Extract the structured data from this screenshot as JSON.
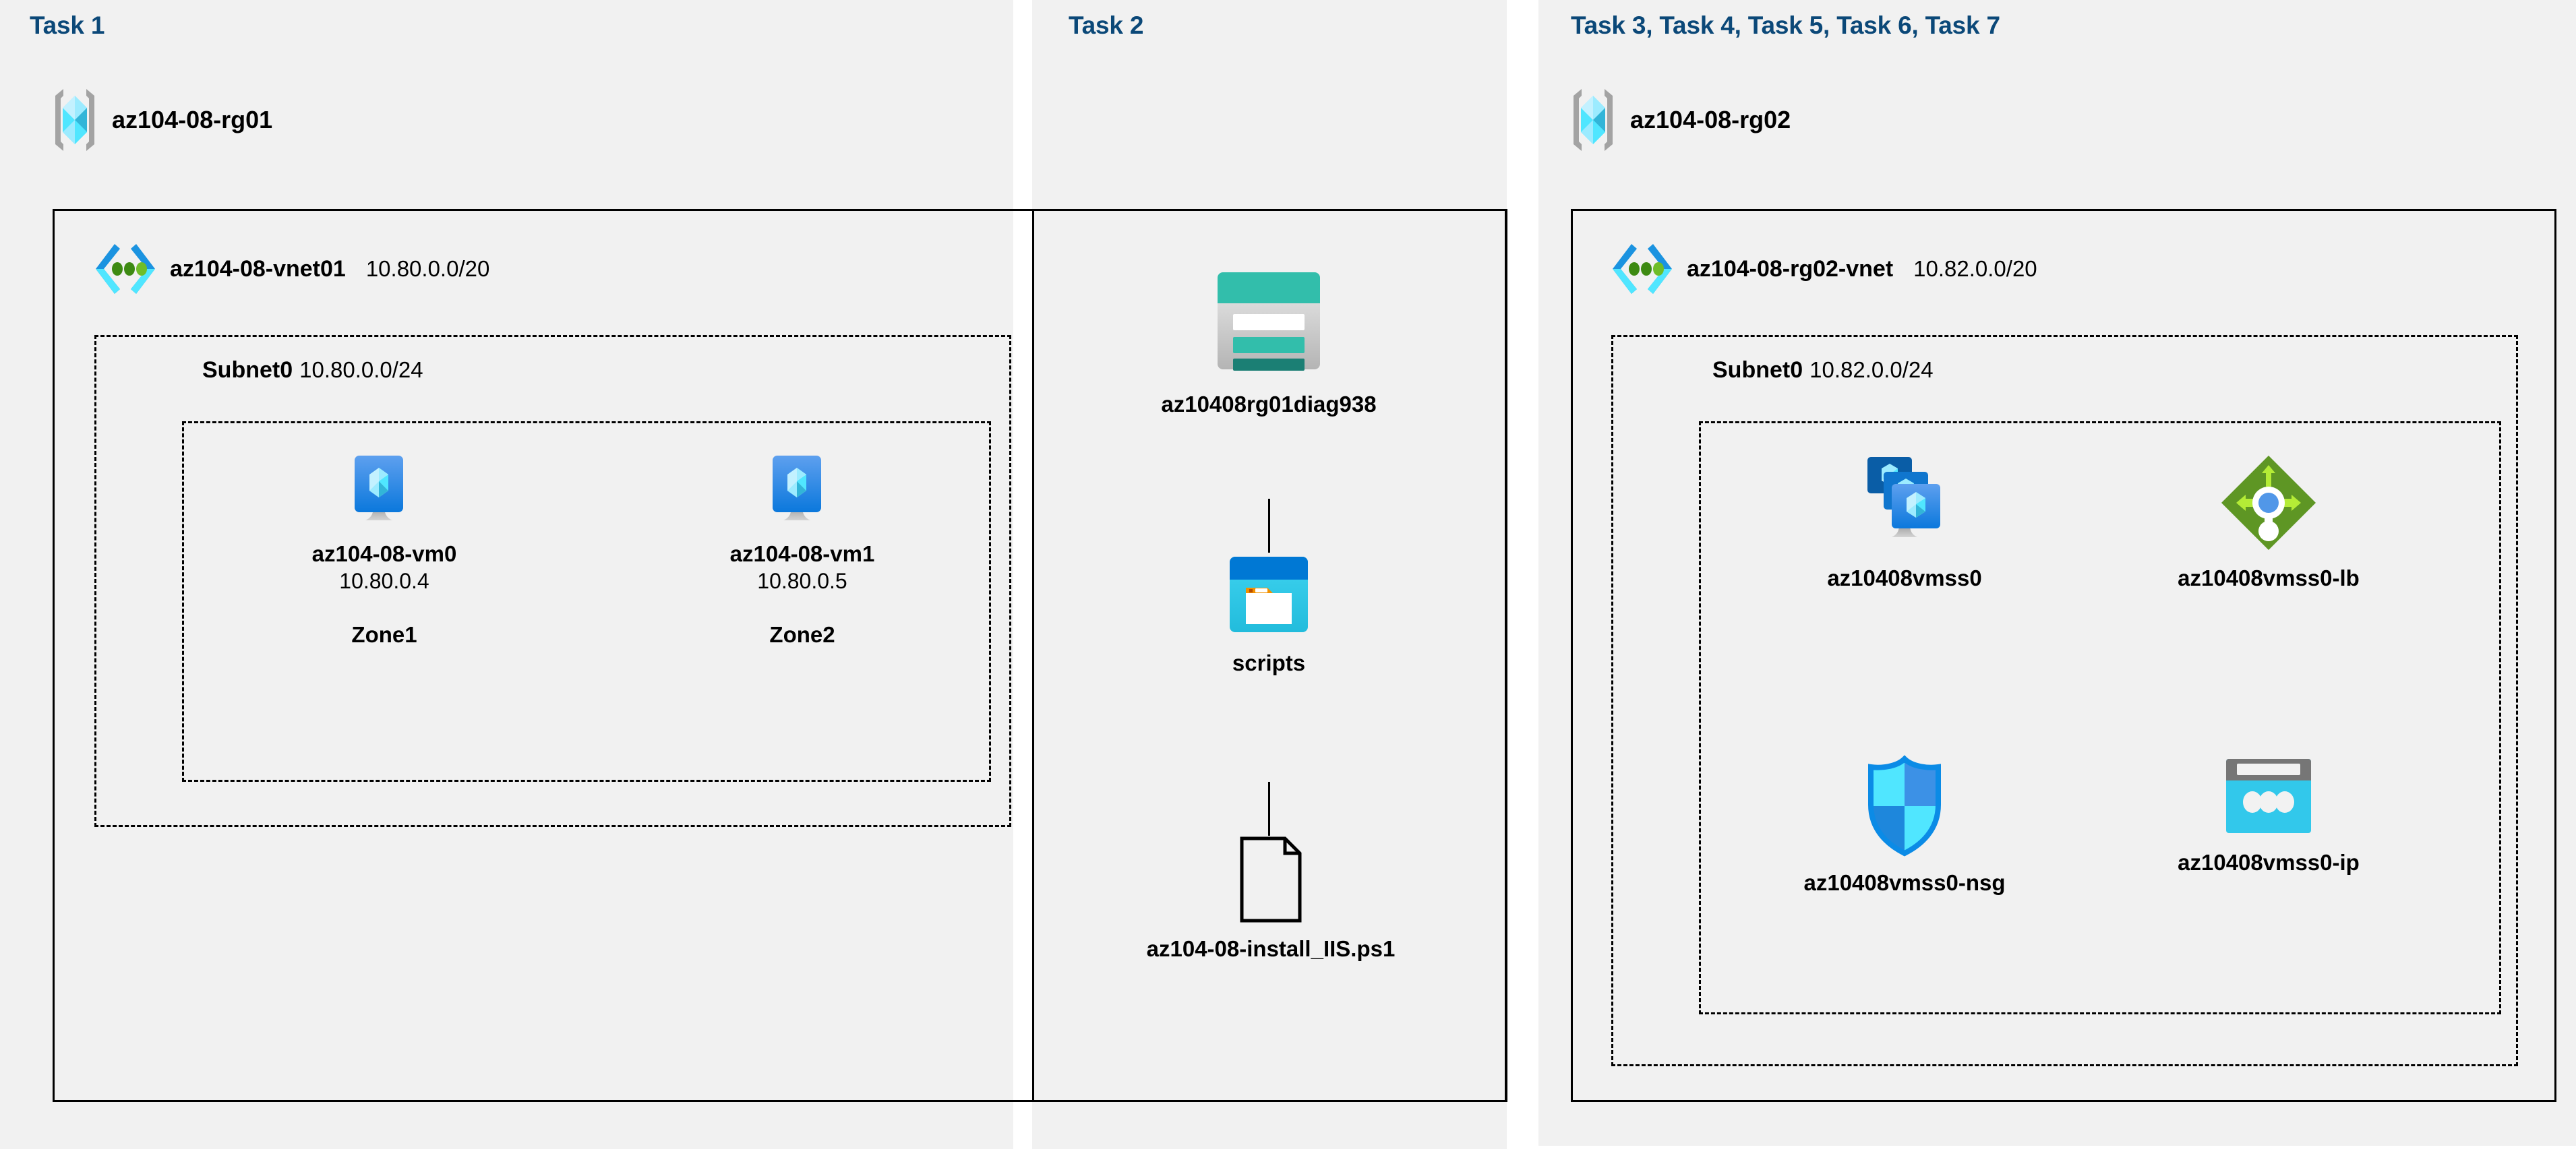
{
  "diagram": {
    "title_color": "#0B4878",
    "panels": [
      {
        "id": "task1",
        "title": "Task 1"
      },
      {
        "id": "task2",
        "title": "Task 2"
      },
      {
        "id": "task3",
        "title": "Task 3, Task 4, Task 5, Task 6, Task 7"
      }
    ]
  },
  "task1": {
    "resource_group": {
      "name": "az104-08-rg01",
      "icon": "resource-group-icon"
    },
    "vnet": {
      "name": "az104-08-vnet01",
      "cidr": "10.80.0.0/20",
      "icon": "virtual-network-icon"
    },
    "subnet": {
      "name": "Subnet0",
      "cidr": "10.80.0.0/24"
    },
    "vms": [
      {
        "name": "az104-08-vm0",
        "ip": "10.80.0.4",
        "zone": "Zone1",
        "icon": "virtual-machine-icon"
      },
      {
        "name": "az104-08-vm1",
        "ip": "10.80.0.5",
        "zone": "Zone2",
        "icon": "virtual-machine-icon"
      }
    ]
  },
  "task2": {
    "storage_account": {
      "name": "az10408rg01diag938",
      "icon": "storage-account-icon"
    },
    "container": {
      "name": "scripts",
      "icon": "blob-container-icon"
    },
    "file": {
      "name": "az104-08-install_IIS.ps1",
      "icon": "file-icon"
    }
  },
  "task3": {
    "resource_group": {
      "name": "az104-08-rg02",
      "icon": "resource-group-icon"
    },
    "vnet": {
      "name": "az104-08-rg02-vnet",
      "cidr": "10.82.0.0/20",
      "icon": "virtual-network-icon"
    },
    "subnet": {
      "name": "Subnet0",
      "cidr": "10.82.0.0/24"
    },
    "resources": [
      {
        "name": "az10408vmss0",
        "icon": "vm-scale-set-icon"
      },
      {
        "name": "az10408vmss0-lb",
        "icon": "load-balancer-icon"
      },
      {
        "name": "az10408vmss0-nsg",
        "icon": "network-security-group-icon"
      },
      {
        "name": "az10408vmss0-ip",
        "icon": "public-ip-address-icon"
      }
    ]
  },
  "colors": {
    "panel_bg": "#f1f1f1",
    "task_title": "#0B4878",
    "azure_blue": "#0078D4",
    "azure_cyan": "#50E6FF",
    "storage_teal": "#32BEAB",
    "lb_green": "#5E9624",
    "nsg_blue": "#0095F2",
    "public_ip_cyan": "#32C8EB"
  }
}
